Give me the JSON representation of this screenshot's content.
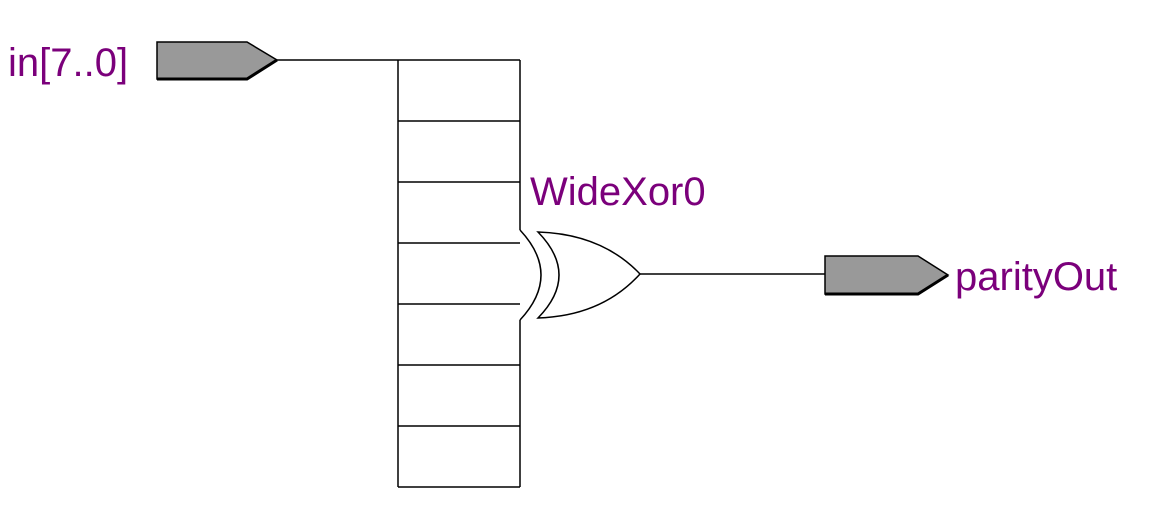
{
  "ports": {
    "input_name": "in[7..0]",
    "output_name": "parityOut"
  },
  "gate": {
    "name": "WideXor0",
    "type": "xor",
    "input_count": 8
  },
  "colors": {
    "label": "#7b007b",
    "port_fill": "#999999",
    "wire": "#000000",
    "background": "#ffffff"
  }
}
